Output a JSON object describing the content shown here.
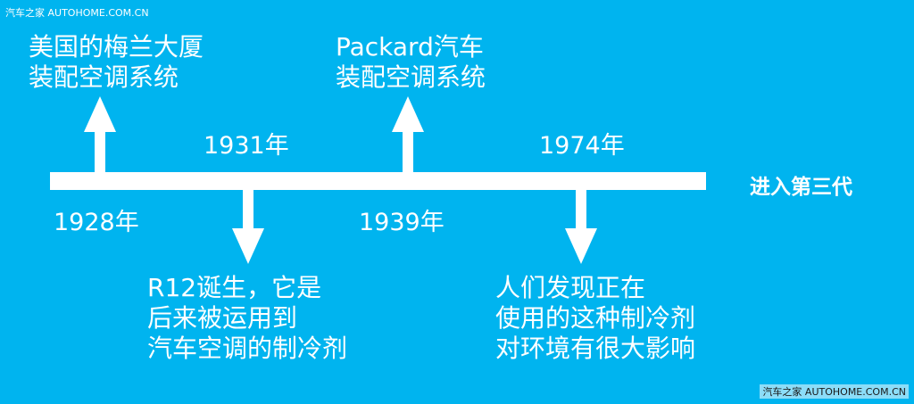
{
  "watermark": {
    "top": "汽车之家  AUTOHOME.COM.CN",
    "bottom": "汽车之家  AUTOHOME.COM.CN"
  },
  "timeline": {
    "end_label": "进入第三代",
    "line_color": "#ffffff",
    "background": "#00b4ef",
    "events": [
      {
        "year": "1928年",
        "direction": "up",
        "lines": [
          "美国的梅兰大厦",
          "装配空调系统"
        ]
      },
      {
        "year": "1931年",
        "direction": "down",
        "lines": [
          "R12诞生，它是",
          "后来被运用到",
          "汽车空调的制冷剂"
        ]
      },
      {
        "year": "1939年",
        "direction": "up",
        "lines": [
          "Packard汽车",
          "装配空调系统"
        ]
      },
      {
        "year": "1974年",
        "direction": "down",
        "lines": [
          "人们发现正在",
          "使用的这种制冷剂",
          "对环境有很大影响"
        ]
      }
    ]
  }
}
